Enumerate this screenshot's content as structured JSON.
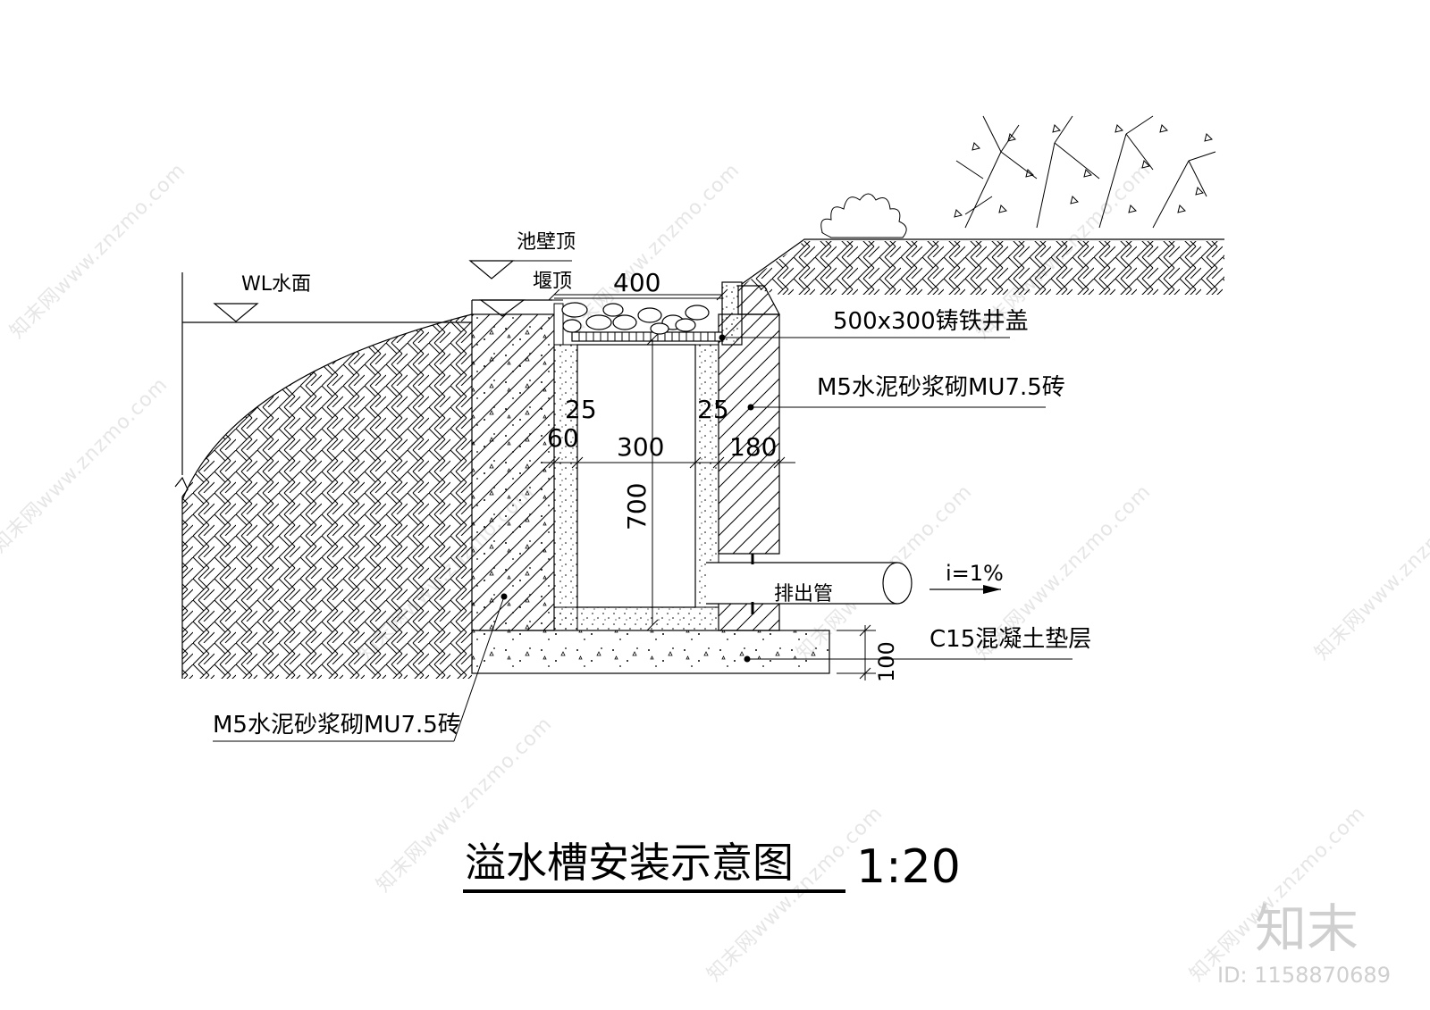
{
  "labels": {
    "pool_wall_top": "池壁顶",
    "water_level": "WL水面",
    "weir_top": "堰顶",
    "manhole_cover": "500x300铸铁井盖",
    "brick_right": "M5水泥砂浆砌MU7.5砖",
    "brick_left": "M5水泥砂浆砌MU7.5砖",
    "outlet_pipe": "排出管",
    "slope": "i=1%",
    "concrete_base": "C15混凝土垫层"
  },
  "dimensions": {
    "d400": "400",
    "d25_left": "25",
    "d25_right": "25",
    "d60": "60",
    "d300": "300",
    "d180": "180",
    "d700": "700",
    "d100": "100"
  },
  "title": {
    "main": "溢水槽安装示意图",
    "scale": "1:20"
  },
  "watermark": {
    "site": "知末网www.znzmo.com",
    "logo": "知末",
    "id": "ID: 1158870689"
  }
}
